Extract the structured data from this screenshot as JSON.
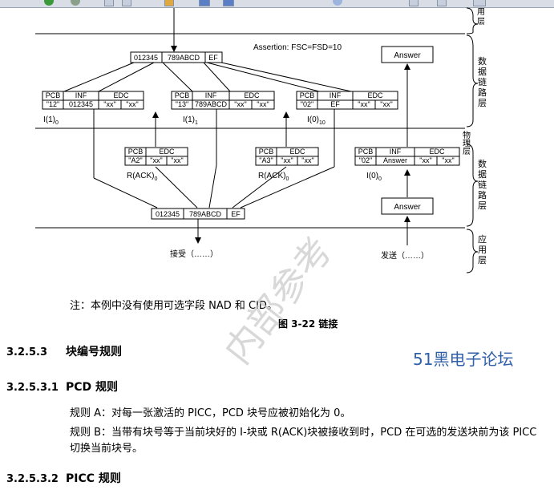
{
  "diagram": {
    "side_labels": {
      "app_top": "用\n层",
      "data_link_1": "数\n据\n链\n路\n层",
      "physical": "物\n理\n层",
      "data_link_2": "数\n据\n链\n路\n层",
      "app_bottom": "应\n用\n层"
    },
    "top_frame": [
      "012345",
      "789ABCD",
      "EF"
    ],
    "assertion": "Assertion: FSC=FSD=10",
    "answer_top": "Answer",
    "answer_bottom": "Answer",
    "blocks": [
      {
        "headers": [
          "PCB",
          "INF",
          "EDC"
        ],
        "values": [
          "\"12\"",
          "012345",
          "\"xx\"",
          "\"xx\""
        ],
        "label": "I(1)0"
      },
      {
        "headers": [
          "PCB",
          "INF",
          "EDC"
        ],
        "values": [
          "\"13\"",
          "789ABCD",
          "\"xx\"",
          "\"xx\""
        ],
        "label": "I(1)1"
      },
      {
        "headers": [
          "PCB",
          "INF",
          "EDC"
        ],
        "values": [
          "\"02\"",
          "EF",
          "\"xx\"",
          "\"xx\""
        ],
        "label": "I(0)10"
      }
    ],
    "acks": [
      {
        "headers": [
          "PCB",
          "EDC"
        ],
        "values": [
          "\"A2\"",
          "\"xx\"",
          "\"xx\""
        ],
        "label": "R(ACK)0"
      },
      {
        "headers": [
          "PCB",
          "EDC"
        ],
        "values": [
          "\"A3\"",
          "\"xx\"",
          "\"xx\""
        ],
        "label": "R(ACK)0"
      }
    ],
    "answer_block": {
      "headers": [
        "PCB",
        "INF",
        "EDC"
      ],
      "values": [
        "\"02\"",
        "Answer",
        "\"xx\"",
        "\"xx\""
      ],
      "label": "I(0)0"
    },
    "bottom_frame": [
      "012345",
      "789ABCD",
      "EF"
    ],
    "receive": "接受（……）",
    "send": "发送（……）"
  },
  "note": "注：本例中没有使用可选字段 NAD 和 CID。",
  "caption": "图 3-22  链接",
  "sections": [
    {
      "num": "3.2.5.3",
      "title": "块编号规则"
    },
    {
      "num": "3.2.5.3.1",
      "title": "PCD 规则"
    },
    {
      "num": "3.2.5.3.2",
      "title": "PICC 规则"
    }
  ],
  "rules": {
    "a": "规则 A：对每一张激活的 PICC，PCD 块号应被初始化为 0。",
    "b1": "规则 B：当带有块号等于当前块好的 I-块或 R(ACK)块被接收到时，PCD 在可选的发送块前为该 PICC",
    "b2": "切换当前块号。"
  },
  "logo": "51黑电子论坛",
  "watermark": "内部参考"
}
